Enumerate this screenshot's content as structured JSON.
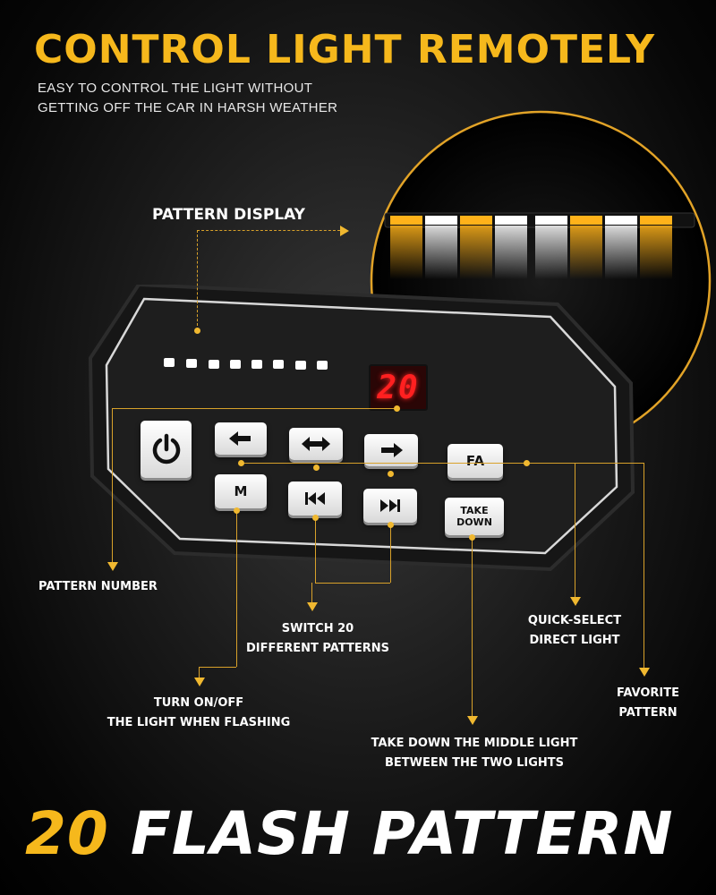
{
  "headline": "CONTROL LIGHT REMOTELY",
  "subline": [
    "EASY TO CONTROL THE LIGHT WITHOUT",
    "GETTING OFF THE CAR IN HARSH WEATHER"
  ],
  "display": {
    "value": "20"
  },
  "controller": {
    "buttons": {
      "fa": "FA",
      "m": "M",
      "take_down": [
        "TAKE",
        "DOWN"
      ]
    },
    "icons": [
      "power-icon",
      "arrow-left-icon",
      "arrow-both-icon",
      "arrow-right-icon",
      "skip-back-icon",
      "skip-forward-icon"
    ]
  },
  "callouts": {
    "pattern_display": "PATTERN DISPLAY",
    "pattern_number": "PATTERN NUMBER",
    "switch_patterns": [
      "SWITCH 20",
      "DIFFERENT PATTERNS"
    ],
    "quick_select": [
      "QUICK-SELECT",
      "DIRECT LIGHT"
    ],
    "turn_on_off": [
      "TURN ON/OFF",
      "THE LIGHT WHEN FLASHING"
    ],
    "favorite": [
      "FAVORITE",
      "PATTERN"
    ],
    "take_down": [
      "TAKE DOWN THE MIDDLE LIGHT",
      "BETWEEN THE TWO LIGHTS"
    ]
  },
  "bottom_title": {
    "number": "20",
    "text": "FLASH PATTERN"
  },
  "colors": {
    "accent": "#f6b81c",
    "led_amber": "#ffb21a",
    "led_white": "#ffffff",
    "display_red": "#ff2020"
  }
}
